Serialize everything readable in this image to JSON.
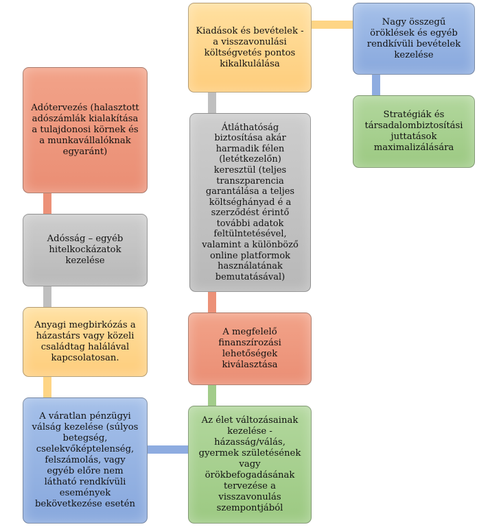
{
  "colors": {
    "orange": "#ec9178",
    "gray": "#bfbfbf",
    "yellow": "#fed585",
    "blue": "#8eace0",
    "green": "#a2cc8a"
  },
  "nodes": {
    "tax_planning": "Adótervezés (halasztott adószámlák kialakítása a tulajdonosi körnek és a munkavállalóknak egyaránt)",
    "debt": "Adósság – egyéb hitelkockázatok kezelése",
    "grief": "Anyagi megbirkózás a házastárs vagy közeli családtag halálával kapcsolatosan.",
    "crisis": "A váratlan pénzügyi válság kezelése (súlyos betegség, cselekvőképtelenség, felszámolás, vagy egyéb előre nem látható rendkívüli események bekövetkezése esetén",
    "life_changes": "Az élet változásainak kezelése - házasság/válás, gyermek születésének vagy örökbefogadásának tervezése a visszavonulás szempontjából",
    "financing": "A megfelelő finanszírozási lehetőségek kiválasztása",
    "transparency": "Átláthatóság biztosítása akár harmadik félen (letétkezelőn) keresztül (teljes transzparencia garantálása a teljes költséghányad é a szerződést érintő további adatok feltülntetésével, valamint a különböző online platformok használatának bemutatásával)",
    "budget": "Kiadások és bevételek - a visszavonulási költségvetés pontos kikalkulálása",
    "inheritance": "Nagy összegű öröklések és egyéb rendkívüli bevételek kezelése",
    "strategies": "Stratégiák és társadalombiztosítási juttatások maximalizálására"
  }
}
